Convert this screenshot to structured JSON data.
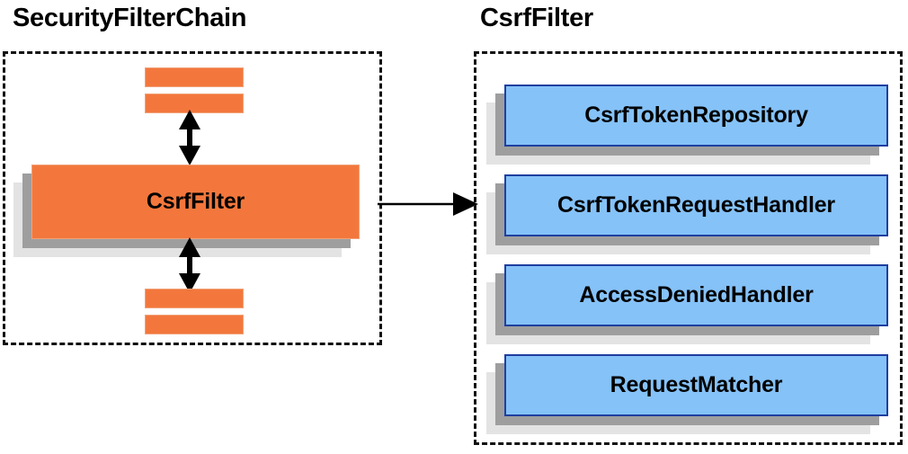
{
  "diagram": {
    "panels": [
      {
        "id": "security-filter-chain",
        "title": "SecurityFilterChain",
        "highlighted_filter": "CsrfFilter",
        "other_filters_above": 2,
        "other_filters_below": 2
      },
      {
        "id": "csrf-filter",
        "title": "CsrfFilter",
        "collaborators": [
          "CsrfTokenRepository",
          "CsrfTokenRequestHandler",
          "AccessDeniedHandler",
          "RequestMatcher"
        ]
      }
    ],
    "connectors": [
      {
        "name": "chain-to-filter-above",
        "kind": "double-arrow-vertical"
      },
      {
        "name": "chain-to-filter-below",
        "kind": "double-arrow-vertical"
      },
      {
        "name": "csrffilter-detail",
        "kind": "single-arrow-right"
      }
    ],
    "colors": {
      "filter_fill": "#f3773c",
      "filter_border": "#f0a27a",
      "collaborator_fill": "#85c2f8",
      "collaborator_border": "#1f3fa0",
      "shadow_dark": "#9e9e9e",
      "shadow_light": "#e3e3e3",
      "group_border": "#111111",
      "text": "#000000",
      "background": "#ffffff"
    }
  }
}
